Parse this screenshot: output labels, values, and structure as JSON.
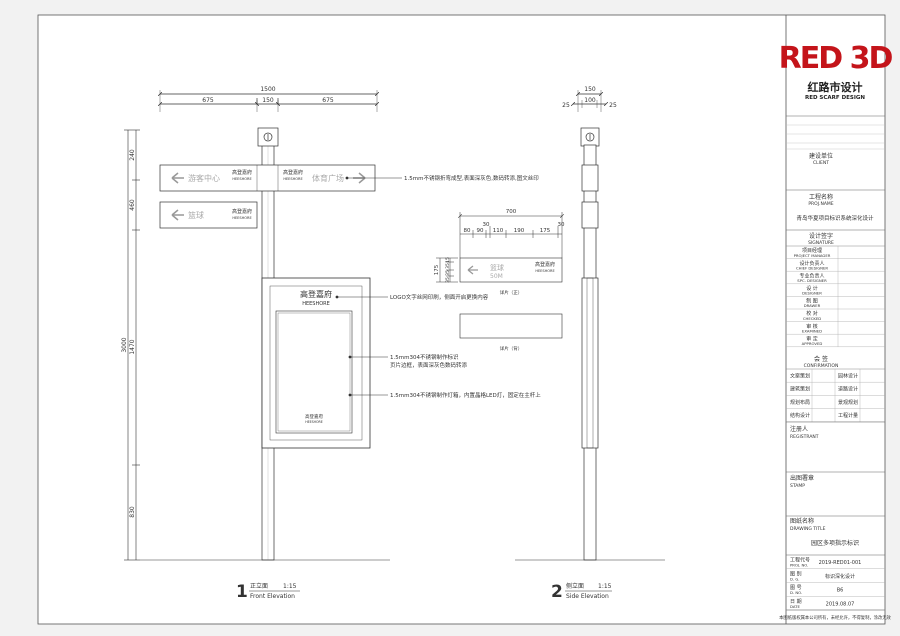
{
  "title_block": {
    "logo_mark": "RED 3D",
    "logo_cn": "红路市设计",
    "logo_en": "RED SCARF DESIGN",
    "client_cn": "建设单位",
    "client_en": "CLIENT",
    "project_cn": "工程名称",
    "project_en": "PROJ.NAME",
    "project_value": "青岛华夏项目标识系统深化设计",
    "signature_cn": "设计签字",
    "signature_en": "SIGNATURE",
    "roles": [
      {
        "cn": "项目经理",
        "en": "PROJECT MANAGER"
      },
      {
        "cn": "设计负责人",
        "en": "CHIEF DESIGNER"
      },
      {
        "cn": "专业负责人",
        "en": "SPC. DESIGNER"
      },
      {
        "cn": "设 计",
        "en": "DESIGNER"
      },
      {
        "cn": "制 图",
        "en": "DRAWER"
      },
      {
        "cn": "校 对",
        "en": "CHECKED"
      },
      {
        "cn": "审 核",
        "en": "EXAMINED"
      },
      {
        "cn": "审 定",
        "en": "APPROVED"
      }
    ],
    "confirm_cn": "会 签",
    "confirm_en": "CONFIRMATION",
    "confirm_rows": [
      [
        "文案策划",
        "园林设计"
      ],
      [
        "建筑策划",
        "道路设计"
      ],
      [
        "规划布局",
        "景观规划"
      ],
      [
        "结构设计",
        "工程计量"
      ]
    ],
    "registrant_cn": "注册人",
    "registrant_en": "REGISTRANT",
    "stamp_cn": "出图署章",
    "stamp_en": "STAMP",
    "drawing_cn": "图纸名称",
    "drawing_en": "DRAWING TITLE",
    "drawing_value": "园区多项指示标识",
    "info_rows": [
      {
        "cn": "工程代号",
        "en": "PROJ. NO.",
        "value": "2019-RED01-001"
      },
      {
        "cn": "图 别",
        "en": "D. G.",
        "value": "标识深化设计"
      },
      {
        "cn": "图 号",
        "en": "D. NO.",
        "value": "B6"
      },
      {
        "cn": "日 期",
        "en": "DATE",
        "value": "2019.08.07"
      }
    ],
    "footer": "本图纸版权属本公司所有，未经允许，不得复制，涂改无效"
  },
  "front": {
    "top_total": "1500",
    "top_parts": [
      "675",
      "150",
      "675"
    ],
    "left_dims": [
      "240",
      "460",
      "1470",
      "830"
    ],
    "overall": "3000",
    "arrow_sign_1_left": "游客中心",
    "arrow_sign_1_right": "体育广场",
    "arrow_sign_2": "篮球",
    "brand_cn": "高登嘉府",
    "brand_en": "HEESHORE",
    "note_1": "1.5mm不锈钢折弯成型,表面深灰色,数码转添,图文丝印",
    "note_2": "LOGO文字丝网印刷，侧面开启更换内容",
    "note_3a": "1.5mm304不锈钢制作标识",
    "note_3b": "页片边框，表面深灰色数码转添",
    "note_4": "1.5mm304不锈钢制作灯箱，内置晶格LED灯，固定在主杆上",
    "label_num": "1",
    "label_cn": "正立面",
    "label_scale": "1:15",
    "label_en": "Front Elevation"
  },
  "detail": {
    "total": "700",
    "parts": [
      "80",
      "90",
      "30",
      "110",
      "190",
      "175",
      "30"
    ],
    "left_dims": [
      "175",
      "15",
      "35",
      "35",
      "35"
    ],
    "sign_cn": "篮球",
    "sign_sub": "50M",
    "caption_1": "详片（正）",
    "caption_2": "详片（背）"
  },
  "side": {
    "top_total": "150",
    "top_parts": [
      "25",
      "100",
      "25"
    ],
    "label_num": "2",
    "label_cn": "侧立面",
    "label_scale": "1:15",
    "label_en": "Side Elevation"
  }
}
